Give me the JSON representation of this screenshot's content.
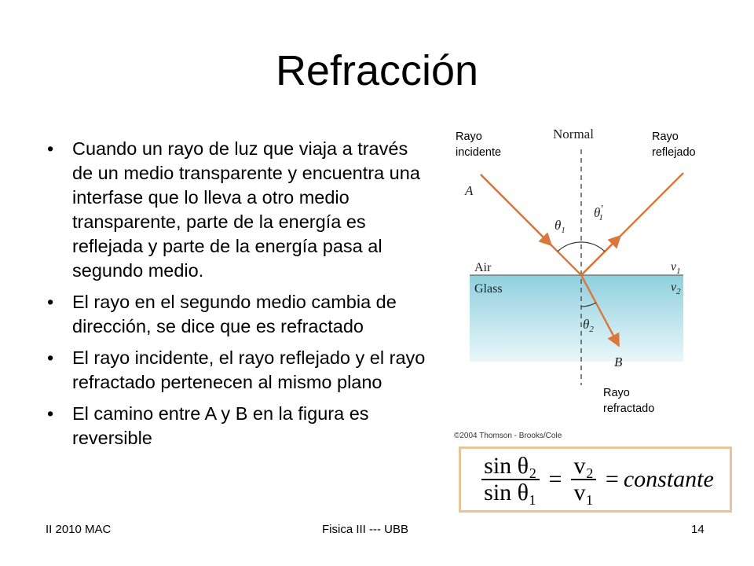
{
  "slide": {
    "title": "Refracción",
    "bullets": [
      "Cuando un rayo de luz que viaja a través de un medio transparente y encuentra una interfase que lo lleva a otro medio transparente, parte de la energía es reflejada y parte de la energía pasa al segundo medio.",
      "El rayo en el segundo medio cambia de dirección, se dice que es refractado",
      "El rayo incidente, el rayo reflejado y el rayo refractado pertenecen al mismo plano",
      "El camino entre A y B en la figura es reversible"
    ]
  },
  "figure": {
    "callouts": {
      "incident": [
        "Rayo",
        "incidente"
      ],
      "reflected": [
        "Rayo",
        "reflejado"
      ],
      "refracted": [
        "Rayo",
        "refractado"
      ]
    },
    "labels": {
      "normal": "Normal",
      "point_a": "A",
      "point_b": "B",
      "air": "Air",
      "glass": "Glass",
      "theta1": "θ",
      "theta1_sub": "1",
      "theta1p": "θ",
      "theta1p_sub": "1",
      "theta1p_prime": "′",
      "theta2": "θ",
      "theta2_sub": "2",
      "v1": "v",
      "v1_sub": "1",
      "v2": "v",
      "v2_sub": "2"
    },
    "copyright": "©2004 Thomson - Brooks/Cole",
    "colors": {
      "ray": "#d9783a",
      "glass_top": "#8fd0de",
      "glass_bottom": "#e9f7fa",
      "normal_line": "#555555",
      "formula_border": "#e8c49a"
    }
  },
  "formula": {
    "num_left": "sin θ₂",
    "den_left": "sin θ₁",
    "num_right": "v₂",
    "den_right": "v₁",
    "equals": "=",
    "constant": "constante"
  },
  "footer": {
    "left": "II 2010 MAC",
    "center": "Fisica III --- UBB",
    "page": "14"
  }
}
